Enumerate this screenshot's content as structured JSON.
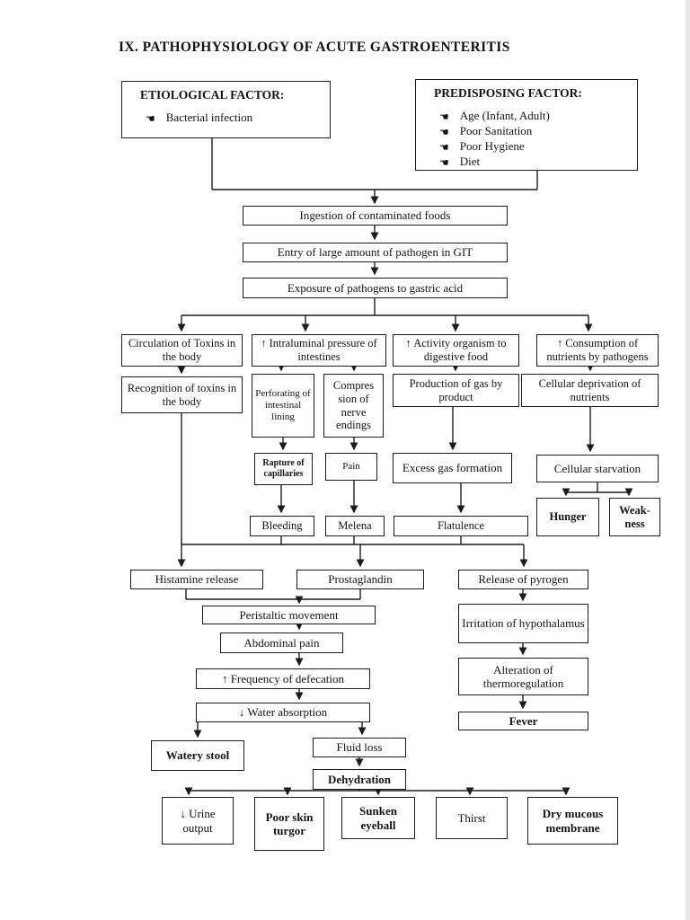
{
  "page": {
    "title": "IX. PATHOPHYSIOLOGY OF ACUTE GASTROENTERITIS"
  },
  "icons": {
    "bullet": "☚",
    "bullet_name": "pointing-hand"
  },
  "colors": {
    "line": "#1c1c1c",
    "text": "#141414",
    "background": "#ffffff"
  },
  "etiological": {
    "title": "ETIOLOGICAL FACTOR:",
    "items": [
      "Bacterial infection"
    ]
  },
  "predisposing": {
    "title": "PREDISPOSING FACTOR:",
    "items": [
      "Age (Infant, Adult)",
      "Poor Sanitation",
      "Poor Hygiene",
      "Diet"
    ]
  },
  "nodes": {
    "ingestion": "Ingestion of contaminated foods",
    "entry": "Entry of large amount of pathogen in GIT",
    "exposure": "Exposure of pathogens to gastric acid",
    "circulation": "Circulation of Toxins in the body",
    "intraluminal": "↑ Intraluminal pressure of intestines",
    "activity": "↑ Activity organism to digestive food",
    "consumption": "↑ Consumption of nutrients by pathogens",
    "recognition": "Recognition of toxins in the body",
    "perforating": "Perforating of intestinal lining",
    "compression": "Compres sion of nerve endings",
    "production": "Production of gas by product",
    "deprivation": "Cellular deprivation of nutrients",
    "rapture": "Rapture of capillaries",
    "pain": "Pain",
    "excess_gas": "Excess gas formation",
    "starvation": "Cellular starvation",
    "hunger": "Hunger",
    "weakness": "Weak-ness",
    "bleeding": "Bleeding",
    "melena": "Melena",
    "flatulence": "Flatulence",
    "histamine": "Histamine release",
    "prostaglandin": "Prostaglandin",
    "pyrogen": "Release of pyrogen",
    "peristaltic": "Peristaltic movement",
    "abdominal": "Abdominal pain",
    "frequency": "↑ Frequency of defecation",
    "water_absorption": "↓ Water absorption",
    "watery_stool": "Watery stool",
    "fluid_loss": "Fluid loss",
    "dehydration": "Dehydration",
    "irritation": "Irritation of hypothalamus",
    "alteration": "Alteration of thermoregulation",
    "fever": "Fever",
    "urine": "↓ Urine output",
    "poor_skin": "Poor skin turgor",
    "sunken": "Sunken eyeball",
    "thirst": "Thirst",
    "dry_mucous": "Dry mucous membrane"
  }
}
